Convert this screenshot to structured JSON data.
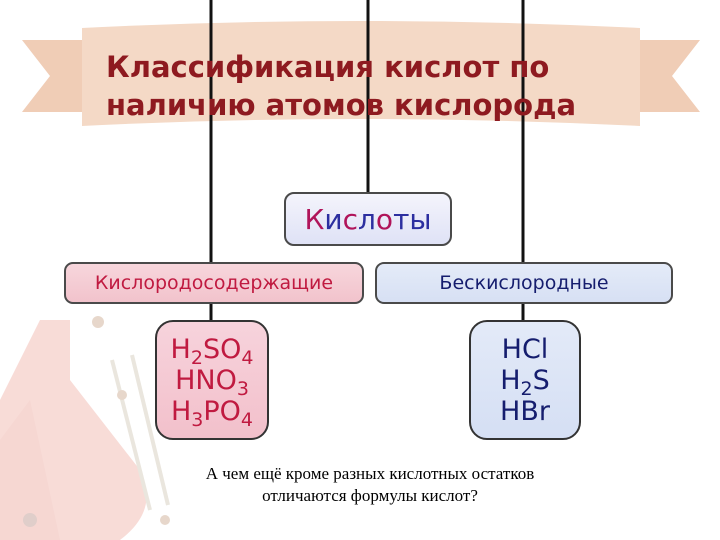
{
  "title": {
    "line1": "Классификация кислот по",
    "line2": "наличию атомов кислорода"
  },
  "root": {
    "letters": [
      {
        "ch": "К",
        "color": "#b0145a"
      },
      {
        "ch": "и",
        "color": "#2c2fa0"
      },
      {
        "ch": "с",
        "color": "#b0145a"
      },
      {
        "ch": "л",
        "color": "#2c2fa0"
      },
      {
        "ch": "о",
        "color": "#b0145a"
      },
      {
        "ch": "т",
        "color": "#2c2fa0"
      },
      {
        "ch": "ы",
        "color": "#2c2fa0"
      }
    ]
  },
  "categories": {
    "oxygen": "Кислородосодержащие",
    "oxygen_free": "Бескислородные"
  },
  "oxygen_acids": [
    {
      "parts": [
        {
          "t": "H"
        },
        {
          "t": "2",
          "sub": true
        },
        {
          "t": "SO"
        },
        {
          "t": "4",
          "sub": true
        }
      ]
    },
    {
      "parts": [
        {
          "t": "HNO"
        },
        {
          "t": "3",
          "sub": true
        }
      ]
    },
    {
      "parts": [
        {
          "t": "H"
        },
        {
          "t": "3",
          "sub": true
        },
        {
          "t": "PO"
        },
        {
          "t": "4",
          "sub": true
        }
      ]
    }
  ],
  "oxygen_free_acids": [
    {
      "parts": [
        {
          "t": "HCl"
        }
      ]
    },
    {
      "parts": [
        {
          "t": "H"
        },
        {
          "t": "2",
          "sub": true
        },
        {
          "t": "S"
        }
      ]
    },
    {
      "parts": [
        {
          "t": "HBr"
        }
      ]
    }
  ],
  "question": {
    "line1": "А чем ещё кроме разных кислотных остатков",
    "line2": "отличаются формулы кислот?"
  },
  "colors": {
    "banner": "#f4d9c6",
    "title": "#8e1a20",
    "oxygen_text": "#c01a40",
    "oxygen_free_text": "#151d6e"
  }
}
